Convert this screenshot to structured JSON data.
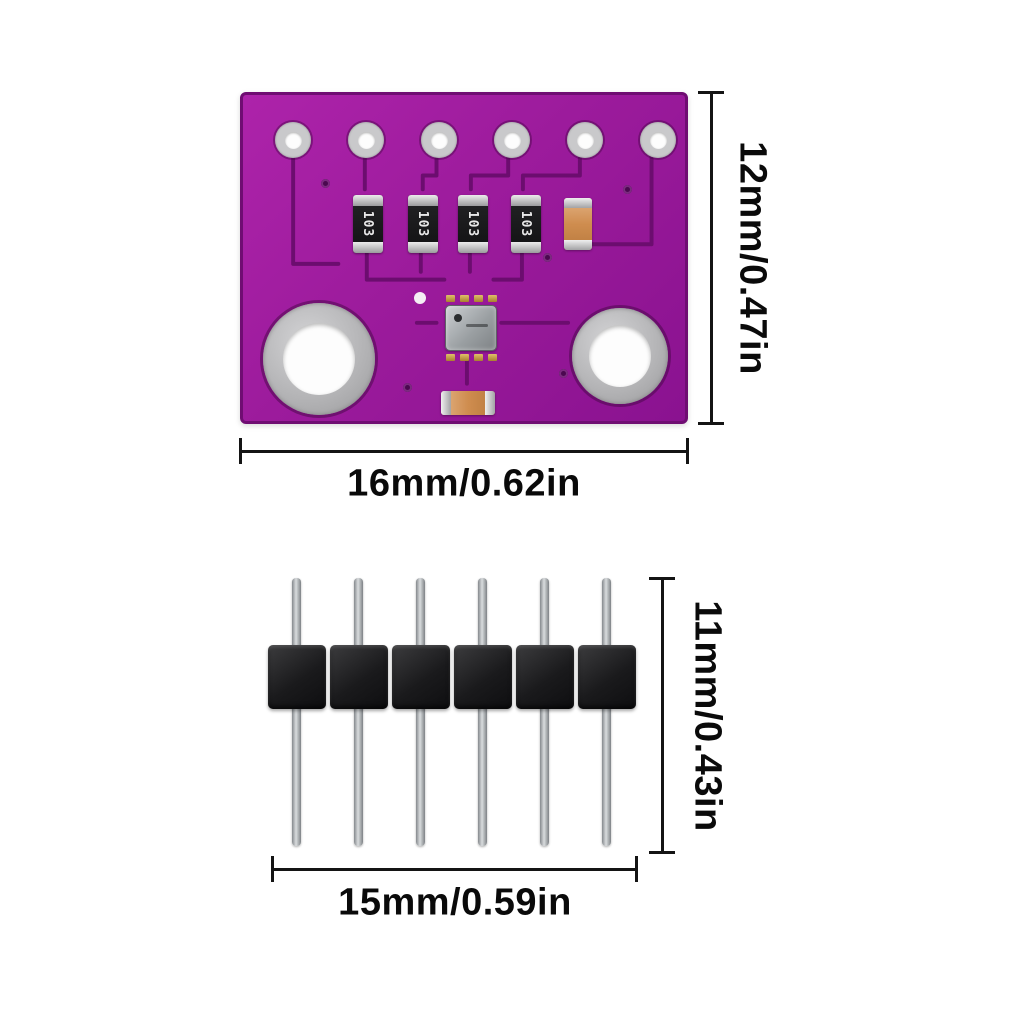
{
  "pcb_module": {
    "height_dimension": "12mm/0.47in",
    "width_dimension": "16mm/0.62in",
    "resistor_labels": [
      "103",
      "103",
      "103",
      "103"
    ]
  },
  "pin_header": {
    "pin_count": 6,
    "height_dimension": "11mm/0.43in",
    "width_dimension": "15mm/0.59in"
  },
  "colors": {
    "board_purple": "#9c1b9c",
    "trace_purple": "#6c0d6f",
    "dimension_text": "#0a0a0a",
    "capacitor_orange": "#cf8d4f",
    "header_plastic": "#1a1a1c"
  }
}
